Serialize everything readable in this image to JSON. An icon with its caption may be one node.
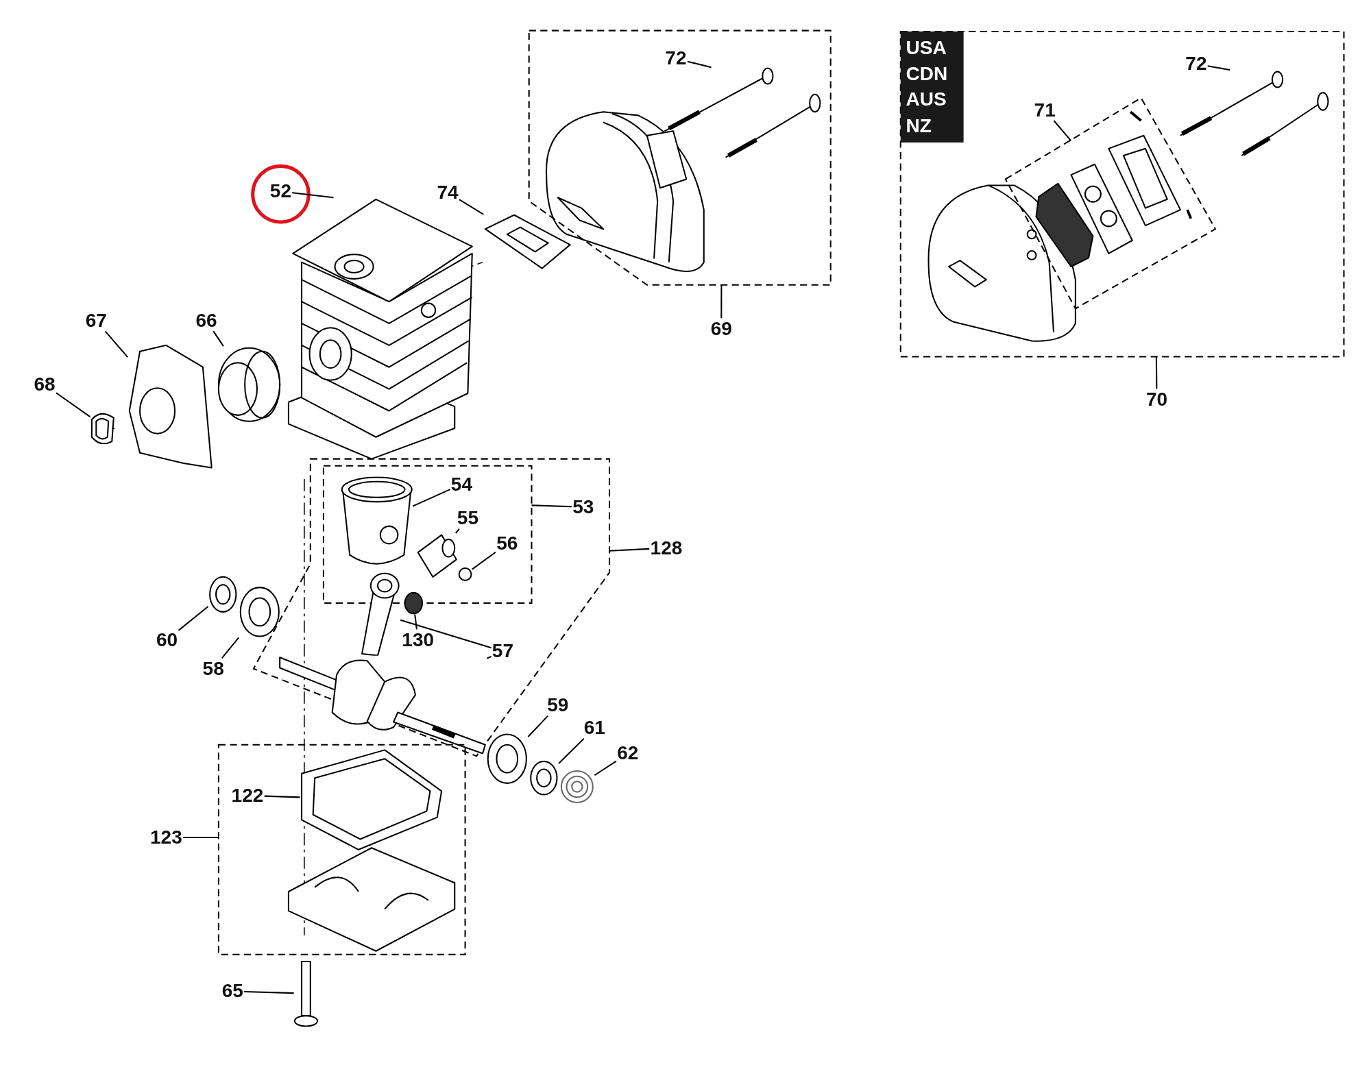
{
  "diagram": {
    "nodes": [
      {
        "text": [
          "52"
        ]
      },
      {
        "text": [
          "72"
        ],
        "in": 3
      },
      {
        "text": [
          "74"
        ]
      },
      {
        "text": [],
        "shape": "box"
      },
      {
        "text": [
          "69"
        ]
      },
      {
        "text": [],
        "shape": "box"
      },
      {
        "text": [
          "USA CDN AUS NZ"
        ],
        "in": 5
      },
      {
        "text": [
          "72"
        ],
        "in": 5
      },
      {
        "text": [
          "71"
        ],
        "in": 5
      },
      {
        "text": [],
        "shape": "box",
        "in": 5
      },
      {
        "text": [
          "70"
        ]
      },
      {
        "text": [
          "67"
        ]
      },
      {
        "text": [
          "66"
        ]
      },
      {
        "text": [
          "68"
        ]
      },
      {
        "text": [],
        "shape": "box"
      },
      {
        "text": [],
        "shape": "box",
        "in": 14
      },
      {
        "text": [
          "54"
        ],
        "in": 15
      },
      {
        "text": [
          "55"
        ],
        "in": 15
      },
      {
        "text": [
          "56"
        ],
        "in": 15
      },
      {
        "text": [
          "53"
        ],
        "in": 14
      },
      {
        "text": [
          "128"
        ]
      },
      {
        "text": [
          "60"
        ]
      },
      {
        "text": [
          "58"
        ]
      },
      {
        "text": [
          "130"
        ],
        "in": 14
      },
      {
        "text": [
          "57"
        ],
        "in": 14
      },
      {
        "text": [
          "59"
        ]
      },
      {
        "text": [
          "61"
        ]
      },
      {
        "text": [
          "62"
        ]
      },
      {
        "text": [],
        "shape": "box"
      },
      {
        "text": [
          "122"
        ],
        "in": 28
      },
      {
        "text": [
          "123"
        ]
      },
      {
        "text": [
          "65"
        ]
      },
      {
        "text": [],
        "shape": "picture"
      },
      {
        "text": [],
        "shape": "picture",
        "in": 3
      },
      {
        "text": [],
        "shape": "picture"
      },
      {
        "text": [],
        "shape": "picture",
        "in": 5
      },
      {
        "text": [],
        "shape": "picture"
      },
      {
        "text": [],
        "shape": "picture"
      },
      {
        "text": [],
        "shape": "picture"
      },
      {
        "text": [],
        "shape": "picture",
        "in": 15
      },
      {
        "text": [],
        "shape": "picture",
        "in": 15
      },
      {
        "text": [],
        "shape": "circle",
        "in": 15
      },
      {
        "text": [],
        "shape": "picture"
      },
      {
        "text": [],
        "shape": "picture"
      },
      {
        "text": [],
        "shape": "circle",
        "in": 14
      },
      {
        "text": [],
        "shape": "picture",
        "in": 14
      },
      {
        "text": [],
        "shape": "picture",
        "in": 14
      },
      {
        "text": [],
        "shape": "picture"
      },
      {
        "text": [],
        "shape": "picture"
      },
      {
        "text": [],
        "shape": "picture"
      },
      {
        "text": [],
        "shape": "picture",
        "in": 28
      },
      {
        "text": [],
        "shape": "picture"
      }
    ],
    "edges": [
      {
        "from": 0,
        "to": 32,
        "arrow": "none"
      },
      {
        "from": 1,
        "to": 33,
        "arrow": "none"
      },
      {
        "from": 2,
        "to": 34,
        "arrow": "none"
      },
      {
        "from": 4,
        "to": 3,
        "arrow": "none"
      },
      {
        "from": 7,
        "to": 35,
        "arrow": "none"
      },
      {
        "from": 8,
        "to": 9,
        "arrow": "none"
      },
      {
        "from": 10,
        "to": 5,
        "arrow": "none"
      },
      {
        "from": 11,
        "to": 36,
        "arrow": "none"
      },
      {
        "from": 12,
        "to": 37,
        "arrow": "none"
      },
      {
        "from": 13,
        "to": 38,
        "arrow": "none"
      },
      {
        "from": 16,
        "to": 39,
        "arrow": "none"
      },
      {
        "from": 17,
        "to": 40,
        "arrow": "none"
      },
      {
        "from": 18,
        "to": 41,
        "arrow": "none"
      },
      {
        "from": 19,
        "to": 15,
        "arrow": "none"
      },
      {
        "from": 20,
        "to": 14,
        "arrow": "none"
      },
      {
        "from": 21,
        "to": 42,
        "arrow": "none"
      },
      {
        "from": 22,
        "to": 43,
        "arrow": "none"
      },
      {
        "from": 23,
        "to": 44,
        "arrow": "none"
      },
      {
        "from": 24,
        "to": 45,
        "arrow": "none"
      },
      {
        "from": 24,
        "to": 46,
        "arrow": "none"
      },
      {
        "from": 25,
        "to": 47,
        "arrow": "none"
      },
      {
        "from": 26,
        "to": 48,
        "arrow": "none"
      },
      {
        "from": 27,
        "to": 49,
        "arrow": "none"
      },
      {
        "from": 29,
        "to": 50,
        "arrow": "none"
      },
      {
        "from": 30,
        "to": 28,
        "arrow": "none"
      },
      {
        "from": 31,
        "to": 51,
        "arrow": "none"
      }
    ]
  }
}
